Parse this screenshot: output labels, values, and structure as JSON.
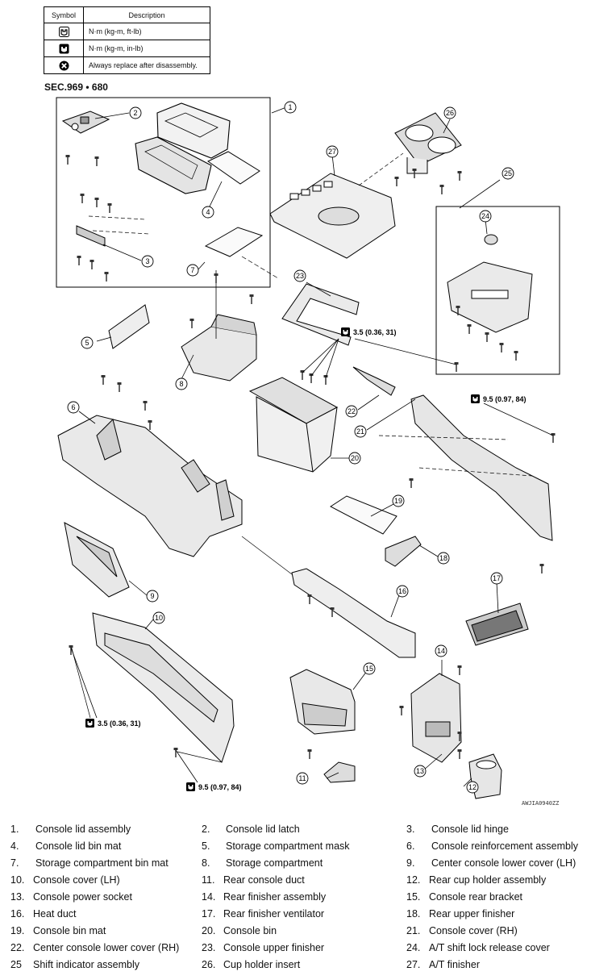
{
  "legend": {
    "header_symbol": "Symbol",
    "header_description": "Description",
    "rows": [
      {
        "icon": "torque-ftlb-icon",
        "text": "N·m (kg-m, ft-lb)"
      },
      {
        "icon": "torque-inlb-icon",
        "text": "N·m (kg-m, in-lb)"
      },
      {
        "icon": "replace-icon",
        "text": "Always replace after disassembly."
      }
    ]
  },
  "section_label": "SEC.969 • 680",
  "callouts": [
    "1",
    "2",
    "3",
    "4",
    "5",
    "6",
    "7",
    "8",
    "9",
    "10",
    "11",
    "12",
    "13",
    "14",
    "15",
    "16",
    "17",
    "18",
    "19",
    "20",
    "21",
    "22",
    "23",
    "24",
    "25",
    "26",
    "27"
  ],
  "torques": [
    "3.5 (0.36, 31)",
    "9.5 (0.97, 84)",
    "3.5 (0.36, 31)",
    "9.5 (0.97, 84)"
  ],
  "figure_id": "AWJIA0940ZZ",
  "parts": [
    {
      "num": "1.",
      "name": "Console lid assembly"
    },
    {
      "num": "2.",
      "name": "Console lid latch"
    },
    {
      "num": "3.",
      "name": "Console lid hinge"
    },
    {
      "num": "4.",
      "name": "Console lid bin mat"
    },
    {
      "num": "5.",
      "name": "Storage compartment mask"
    },
    {
      "num": "6.",
      "name": "Console reinforcement assembly"
    },
    {
      "num": "7.",
      "name": "Storage compartment bin mat"
    },
    {
      "num": "8.",
      "name": "Storage compartment"
    },
    {
      "num": "9.",
      "name": "Center console lower cover (LH)"
    },
    {
      "num": "10.",
      "name": "Console cover (LH)"
    },
    {
      "num": "11.",
      "name": "Rear console duct"
    },
    {
      "num": "12.",
      "name": "Rear cup holder assembly"
    },
    {
      "num": "13.",
      "name": "Console power socket"
    },
    {
      "num": "14.",
      "name": "Rear finisher assembly"
    },
    {
      "num": "15.",
      "name": "Console rear bracket"
    },
    {
      "num": "16.",
      "name": "Heat duct"
    },
    {
      "num": "17.",
      "name": "Rear finisher ventilator"
    },
    {
      "num": "18.",
      "name": "Rear upper finisher"
    },
    {
      "num": "19.",
      "name": "Console bin mat"
    },
    {
      "num": "20.",
      "name": "Console bin"
    },
    {
      "num": "21.",
      "name": "Console cover (RH)"
    },
    {
      "num": "22.",
      "name": "Center console lower cover (RH)"
    },
    {
      "num": "23.",
      "name": "Console upper finisher"
    },
    {
      "num": "24.",
      "name": "A/T shift lock release cover"
    },
    {
      "num": "25",
      "name": "Shift indicator assembly"
    },
    {
      "num": "26.",
      "name": "Cup holder insert"
    },
    {
      "num": "27.",
      "name": "A/T finisher"
    }
  ]
}
